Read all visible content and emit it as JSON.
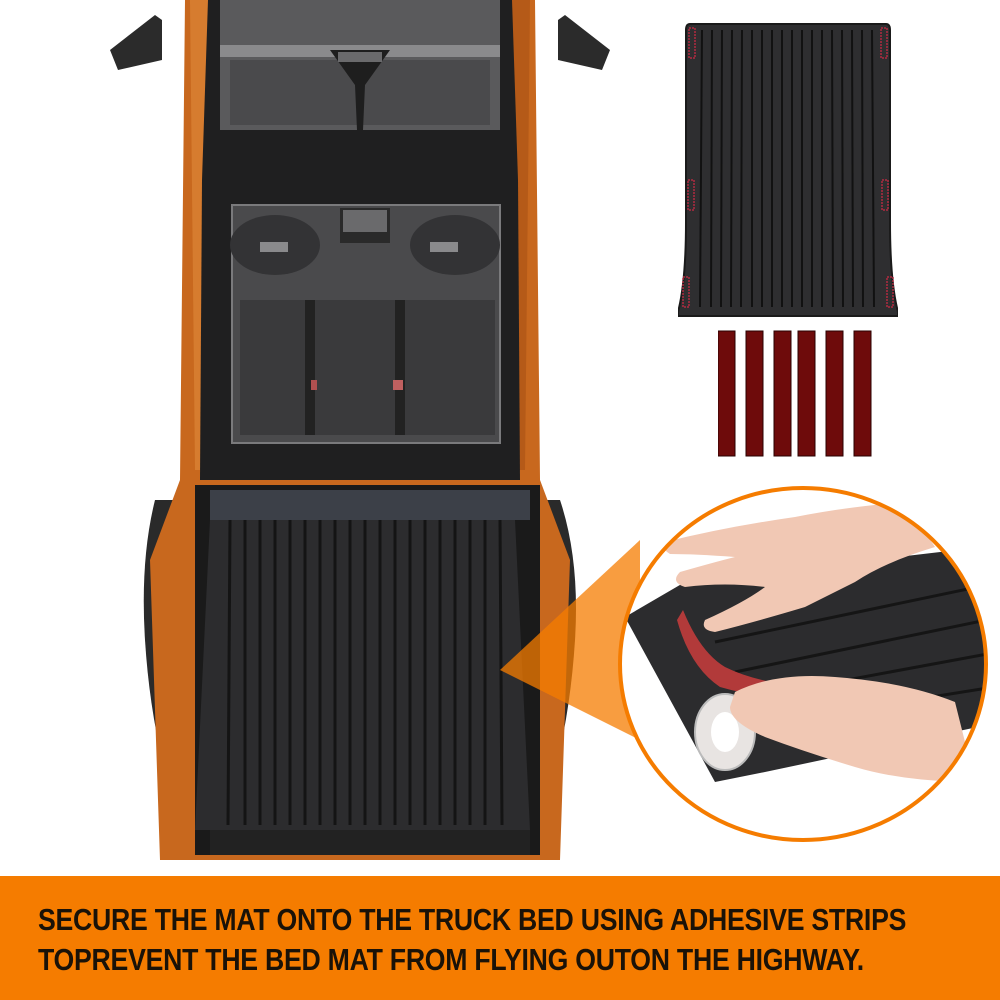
{
  "image": {
    "description": "Product infographic: top-down view of an orange pickup truck with black bed mat installed, product shot of bed mat with six red adhesive strips, and circular inset showing hands applying adhesive tape to the mat.",
    "colors": {
      "accent": "#f57c00",
      "truck_body": "#c8681e",
      "mat": "#2e2e30",
      "adhesive_strip": "#6e0b0b",
      "tape_red": "#b23a3a",
      "background": "#ffffff"
    }
  },
  "product": {
    "mat_label": "bed-mat",
    "strip_count": 6
  },
  "caption": {
    "line1": "SECURE THE MAT ONTO THE TRUCK BED USING ADHESIVE STRIPS",
    "line2": "TOPREVENT THE BED MAT FROM FLYING OUTON THE HIGHWAY."
  }
}
